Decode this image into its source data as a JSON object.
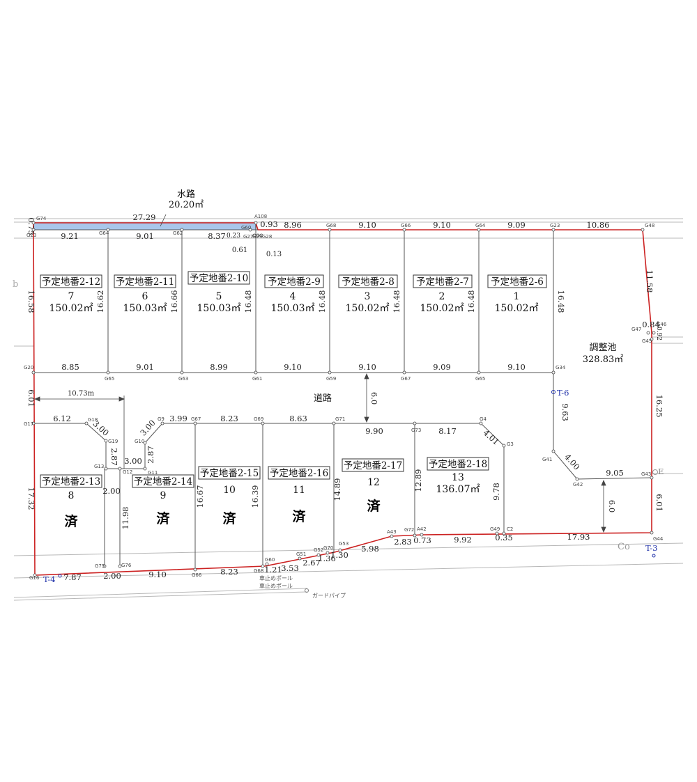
{
  "waterway": {
    "title": "水路",
    "area": "20.20㎡",
    "length": "27.29",
    "side": "0.75"
  },
  "road_label": "道路",
  "pond": {
    "title": "調整池",
    "area": "328.83㎡"
  },
  "lots": [
    {
      "label": "予定地番2-12",
      "num": "7",
      "area": "150.02㎡"
    },
    {
      "label": "予定地番2-11",
      "num": "6",
      "area": "150.03㎡"
    },
    {
      "label": "予定地番2-10",
      "num": "5",
      "area": "150.03㎡"
    },
    {
      "label": "予定地番2-9",
      "num": "4",
      "area": "150.03㎡"
    },
    {
      "label": "予定地番2-8",
      "num": "3",
      "area": "150.02㎡"
    },
    {
      "label": "予定地番2-7",
      "num": "2",
      "area": "150.02㎡"
    },
    {
      "label": "予定地番2-6",
      "num": "1",
      "area": "150.02㎡"
    },
    {
      "label": "予定地番2-13",
      "num": "8",
      "area": ""
    },
    {
      "label": "予定地番2-14",
      "num": "9",
      "area": ""
    },
    {
      "label": "予定地番2-15",
      "num": "10",
      "area": ""
    },
    {
      "label": "予定地番2-16",
      "num": "11",
      "area": ""
    },
    {
      "label": "予定地番2-17",
      "num": "12",
      "area": ""
    },
    {
      "label": "予定地番2-18",
      "num": "13",
      "area": "136.07㎡"
    }
  ],
  "sold_mark": "済",
  "dims": {
    "top": [
      "9.21",
      "9.01",
      "8.37",
      "0.23",
      "0.93",
      "8.96",
      "9.10",
      "9.10",
      "9.09",
      "10.86"
    ],
    "mid": [
      "8.85",
      "9.01",
      "8.99",
      "9.10",
      "9.10",
      "9.09",
      "9.10"
    ],
    "depth": [
      "16.58",
      "16.62",
      "16.66",
      "16.48",
      "16.48",
      "16.48",
      "16.48",
      "16.48"
    ],
    "small": [
      "0.61",
      "0.13"
    ],
    "east": [
      "11.58",
      "0.84",
      "0.92",
      "16.25",
      "6.01"
    ],
    "left": [
      "6.01",
      "17.32"
    ],
    "road_width": "10.73m",
    "road_w": "6.0",
    "lower_top": [
      "6.12",
      "3.00",
      "2.87",
      "3.00",
      "3.00",
      "2.87",
      "3.99",
      "8.23",
      "8.63",
      "9.90",
      "8.17",
      "4.01",
      "9.78"
    ],
    "lower_depth": [
      "11.98",
      "16.67",
      "16.39",
      "14.89",
      "12.89"
    ],
    "pond_edges": [
      "9.63",
      "4.00",
      "9.05",
      "6.0"
    ],
    "bottom": [
      "7.87",
      "2.00",
      "2.00",
      "9.10",
      "8.23",
      "1.21",
      "3.53",
      "2.67",
      "1.36",
      "1.30",
      "5.98",
      "2.83",
      "0.73",
      "9.92",
      "0.35",
      "17.93"
    ]
  },
  "points": {
    "top": [
      "G74",
      "G23",
      "G64",
      "G62",
      "G60",
      "A108",
      "G27",
      "G29",
      "G28",
      "G68",
      "G66",
      "G64",
      "G23"
    ],
    "top_r": "G48",
    "east": [
      "G47",
      "G46",
      "G45",
      "G43",
      "G44"
    ],
    "mid": [
      "G20",
      "G65",
      "G63",
      "G61",
      "G59",
      "G67",
      "G65",
      "G34"
    ],
    "lower": [
      "G17",
      "G18",
      "G19",
      "G13",
      "G12",
      "G10",
      "G9",
      "G11",
      "G67",
      "G69",
      "G71",
      "G73",
      "G4",
      "G3",
      "G41",
      "G42"
    ],
    "bottom": [
      "G16",
      "G75",
      "G76",
      "G66",
      "G68",
      "G60",
      "G51",
      "G52",
      "G70",
      "G53",
      "A43",
      "G72",
      "A42",
      "G49",
      "C2"
    ]
  },
  "benchmarks": [
    "T-6",
    "T-4",
    "T-3"
  ],
  "poles": [
    "車止めポール",
    "車止めポール",
    "ガードパイプ"
  ],
  "misc": [
    "E",
    "Co",
    "b"
  ]
}
